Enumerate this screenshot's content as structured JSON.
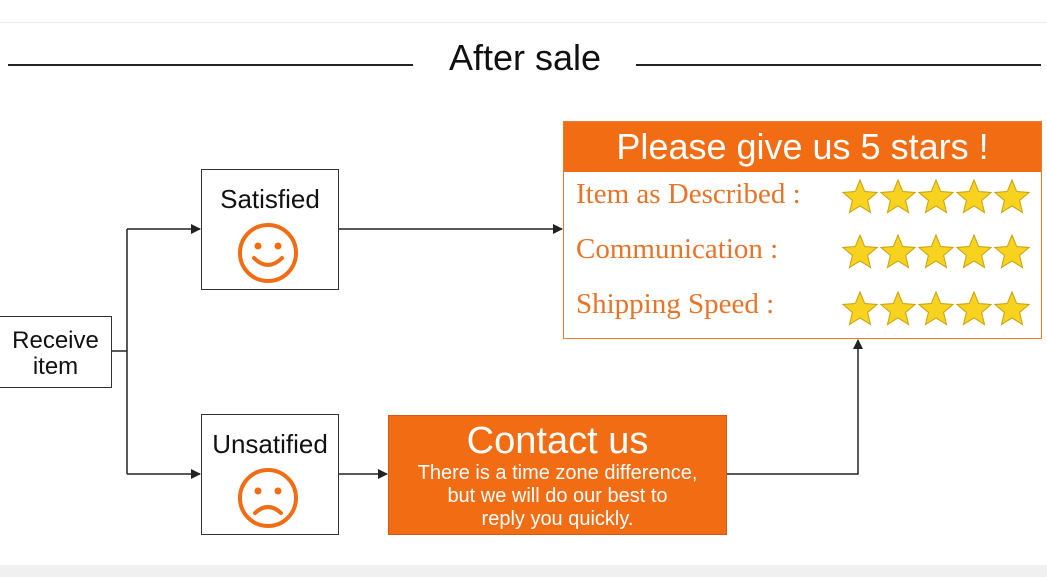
{
  "header": {
    "title": "After sale"
  },
  "flow": {
    "start": {
      "line1": "Receive",
      "line2": "item"
    },
    "satisfied": {
      "label": "Satisfied",
      "icon": "smiley-face-icon"
    },
    "unsatisfied": {
      "label": "Unsatified",
      "icon": "sad-face-icon"
    }
  },
  "rating": {
    "heading": "Please give us 5 stars  !",
    "rows": [
      {
        "label": "Item as Described :",
        "stars": 5
      },
      {
        "label": "Communication :",
        "stars": 5
      },
      {
        "label": "Shipping Speed :",
        "stars": 5
      }
    ]
  },
  "contact": {
    "title": "Contact us",
    "lines": [
      "There is a time zone difference,",
      "but we will do our best to",
      "reply you quickly."
    ]
  },
  "colors": {
    "accent": "#f26c14",
    "label_text": "#e8742a",
    "star": "#f7d21e",
    "line": "#333333"
  }
}
